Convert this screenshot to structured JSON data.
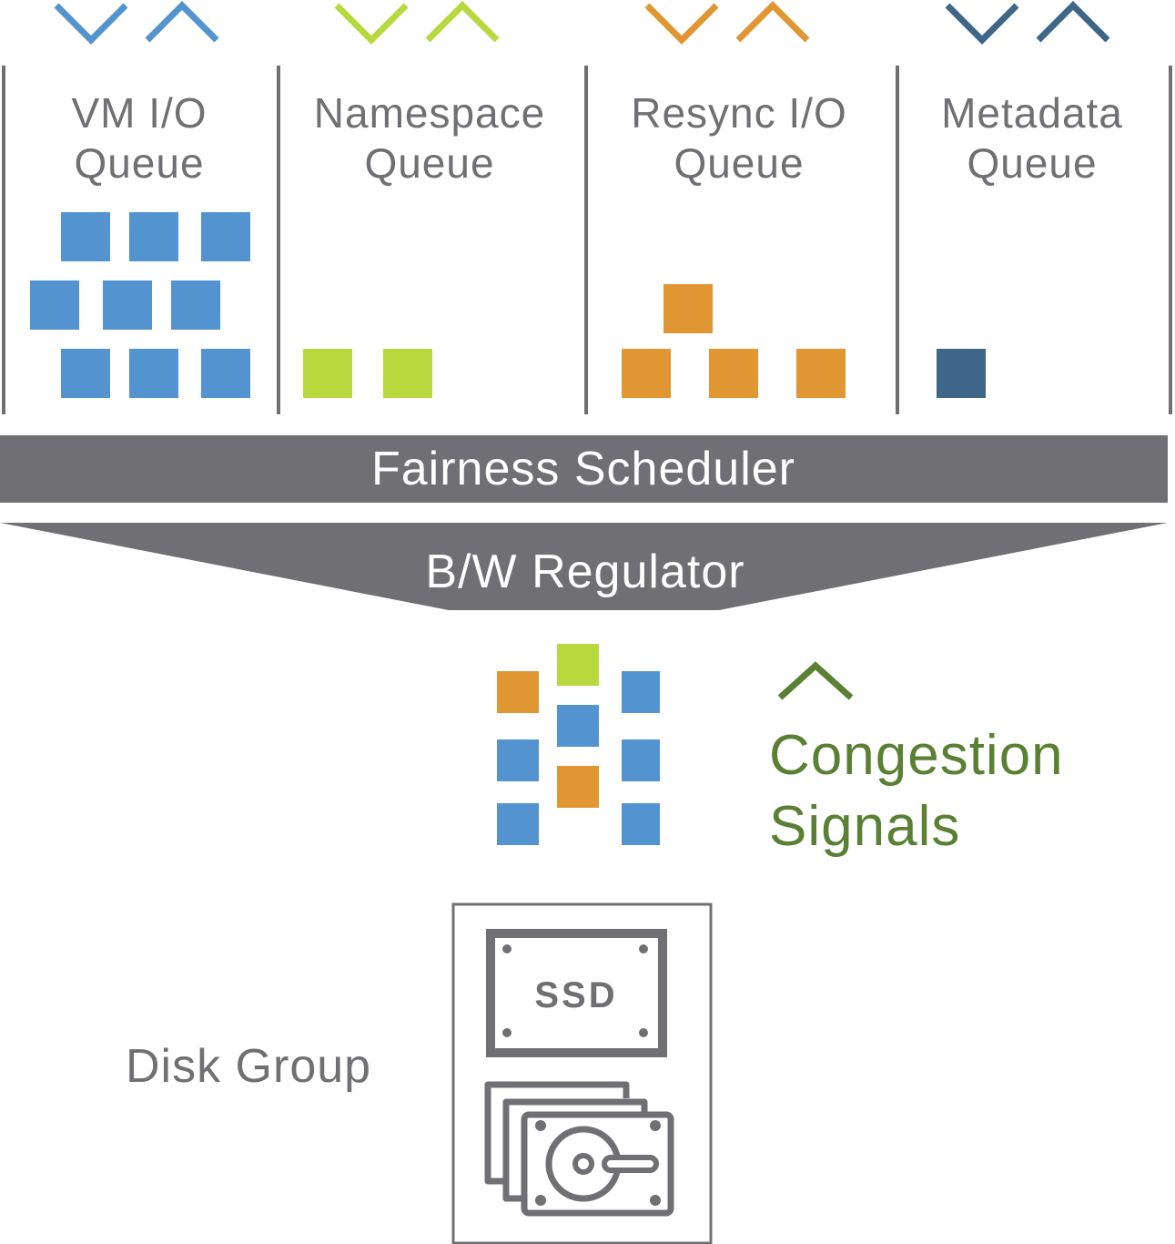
{
  "colors": {
    "vm": "#5393cf",
    "namespace": "#b8d93d",
    "resync": "#e09632",
    "metadata": "#3d6689",
    "gray": "#707074",
    "congestion": "#5a8033"
  },
  "queues": [
    {
      "id": "vm",
      "line1": "VM I/O",
      "line2": "Queue",
      "color_key": "vm",
      "item_count": 9,
      "arrows": [
        "down",
        "up"
      ]
    },
    {
      "id": "namespace",
      "line1": "Namespace",
      "line2": "Queue",
      "color_key": "namespace",
      "item_count": 2,
      "arrows": [
        "down",
        "up"
      ]
    },
    {
      "id": "resync",
      "line1": "Resync I/O",
      "line2": "Queue",
      "color_key": "resync",
      "item_count": 4,
      "arrows": [
        "down",
        "up"
      ]
    },
    {
      "id": "metadata",
      "line1": "Metadata",
      "line2": "Queue",
      "color_key": "metadata",
      "item_count": 1,
      "arrows": [
        "down",
        "up"
      ]
    }
  ],
  "scheduler": {
    "label": "Fairness Scheduler"
  },
  "regulator": {
    "label": "B/W Regulator"
  },
  "output_stream": {
    "columns": [
      [
        "resync",
        "vm",
        "vm"
      ],
      [
        "namespace",
        "vm",
        "resync"
      ],
      [
        "vm",
        "vm",
        "vm"
      ]
    ]
  },
  "congestion": {
    "line1": "Congestion",
    "line2": "Signals",
    "arrow": "up"
  },
  "disk_group": {
    "label": "Disk Group",
    "ssd_label": "SSD"
  }
}
